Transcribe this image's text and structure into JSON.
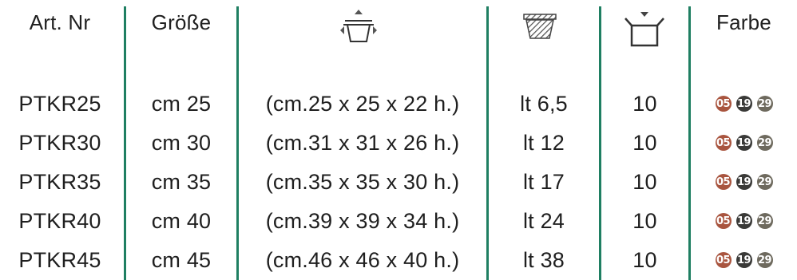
{
  "header": {
    "art_nr": "Art. Nr",
    "groesse": "Größe",
    "dimensions_icon": "pot-dimensions-icon",
    "volume_icon": "pot-volume-icon",
    "package_icon": "box-quantity-icon",
    "farbe": "Farbe"
  },
  "rows": [
    {
      "art": "PTKR25",
      "size": "cm 25",
      "dims": "(cm.25 x 25 x 22 h.)",
      "volume": "lt 6,5",
      "qty": "10",
      "colors": [
        "05",
        "19",
        "29"
      ]
    },
    {
      "art": "PTKR30",
      "size": "cm 30",
      "dims": "(cm.31 x 31 x 26 h.)",
      "volume": "lt 12",
      "qty": "10",
      "colors": [
        "05",
        "19",
        "29"
      ]
    },
    {
      "art": "PTKR35",
      "size": "cm 35",
      "dims": "(cm.35 x 35 x 30 h.)",
      "volume": "lt 17",
      "qty": "10",
      "colors": [
        "05",
        "19",
        "29"
      ]
    },
    {
      "art": "PTKR40",
      "size": "cm 40",
      "dims": "(cm.39 x 39 x 34 h.)",
      "volume": "lt 24",
      "qty": "10",
      "colors": [
        "05",
        "19",
        "29"
      ]
    },
    {
      "art": "PTKR45",
      "size": "cm 45",
      "dims": "(cm.46 x 46 x 40 h.)",
      "volume": "lt 38",
      "qty": "10",
      "colors": [
        "05",
        "19",
        "29"
      ]
    }
  ],
  "swatch_colors": {
    "05": "#a9553f",
    "19": "#3a3a38",
    "29": "#6e6a5e"
  },
  "line_color": "#1f7f62"
}
